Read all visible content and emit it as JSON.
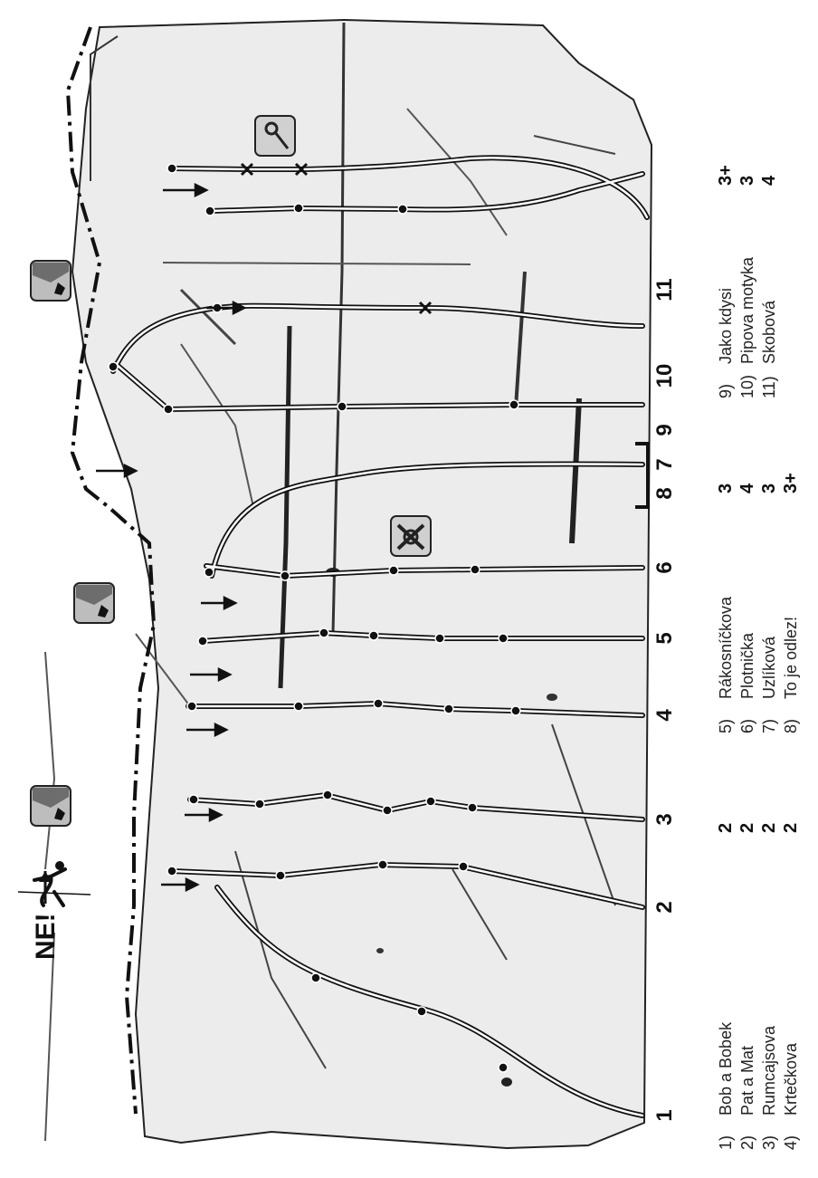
{
  "warning": {
    "text": "NE!",
    "icon": "climber-fall-icon"
  },
  "routes": [
    {
      "number": "1",
      "name": "Bob a Bobek",
      "grade": "2",
      "legend_index": "1)"
    },
    {
      "number": "2",
      "name": "Pat a Mat",
      "grade": "2",
      "legend_index": "2)"
    },
    {
      "number": "3",
      "name": "Rumcajsova",
      "grade": "2",
      "legend_index": "3)"
    },
    {
      "number": "4",
      "name": "Krtečkova",
      "grade": "2",
      "legend_index": "4)"
    },
    {
      "number": "5",
      "name": "Rákosníčkova",
      "grade": "3",
      "legend_index": "5)"
    },
    {
      "number": "6",
      "name": "Plotnička",
      "grade": "4",
      "legend_index": "6)"
    },
    {
      "number": "7",
      "name": "Uzlíková",
      "grade": "3",
      "legend_index": "7)"
    },
    {
      "number": "8",
      "name": "To je odlez!",
      "grade": "3+",
      "legend_index": "8)"
    },
    {
      "number": "9",
      "name": "Jako kdysi",
      "grade": "3+",
      "legend_index": "9)"
    },
    {
      "number": "10",
      "name": "Pipova motyka",
      "grade": "3",
      "legend_index": "10)"
    },
    {
      "number": "11",
      "name": "Skobová",
      "grade": "4",
      "legend_index": "11)"
    }
  ],
  "icons": [
    "terrain-rock-icon",
    "knot-icon",
    "piton-icon"
  ]
}
